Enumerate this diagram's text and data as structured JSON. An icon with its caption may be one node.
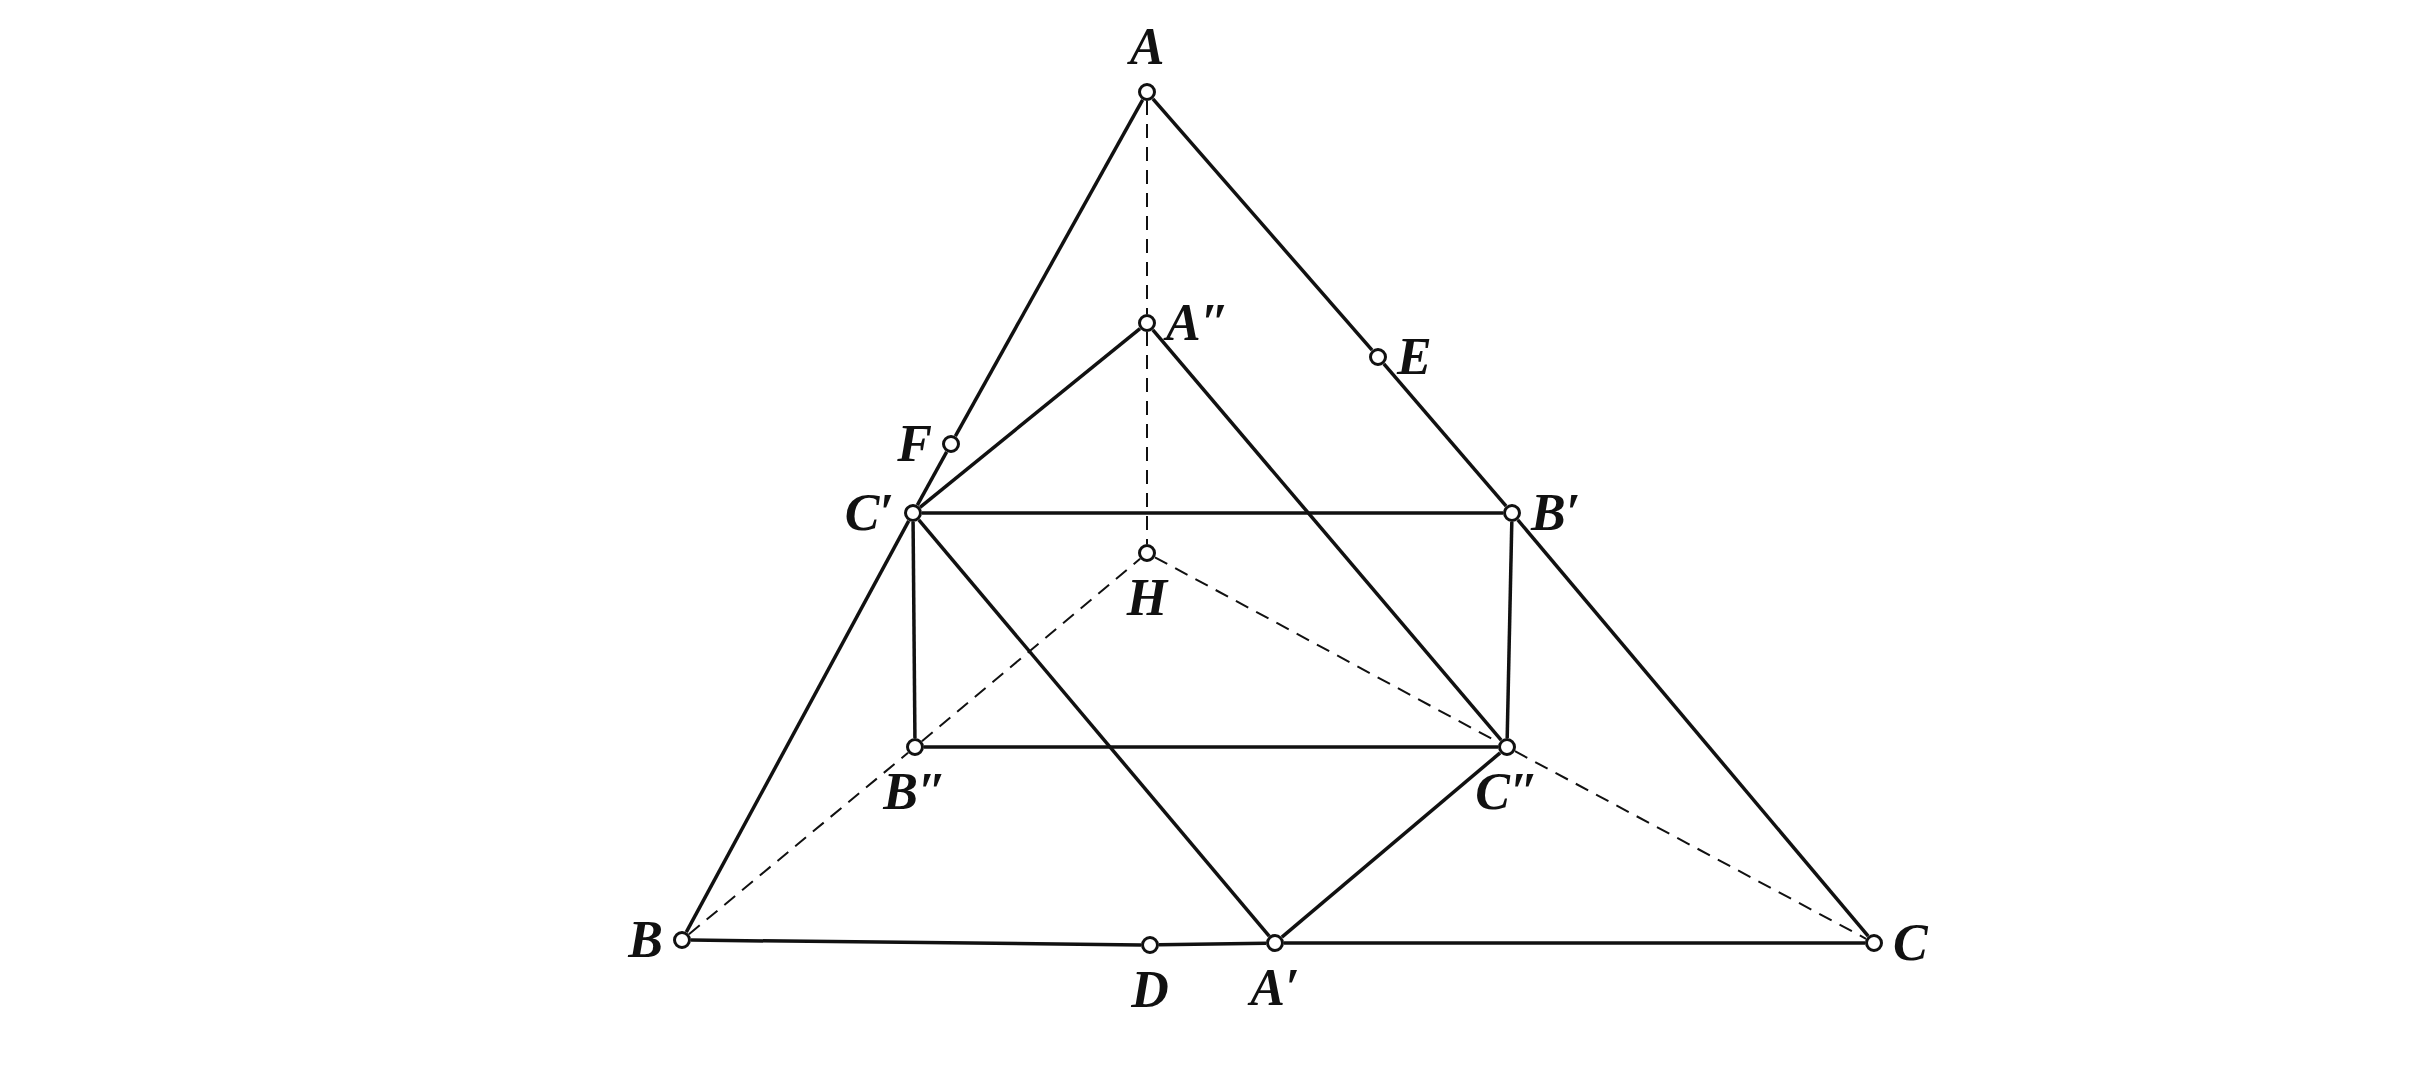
{
  "diagram": {
    "nodes": [
      {
        "text": [
          "A"
        ]
      },
      {
        "text": [
          "A″"
        ]
      },
      {
        "text": [
          "E"
        ]
      },
      {
        "text": [
          "F"
        ]
      },
      {
        "text": [
          "C′"
        ]
      },
      {
        "text": [
          "B′"
        ]
      },
      {
        "text": [
          "H"
        ]
      },
      {
        "text": [
          "B″"
        ]
      },
      {
        "text": [
          "C″"
        ]
      },
      {
        "text": [
          "B"
        ]
      },
      {
        "text": [
          "D"
        ]
      },
      {
        "text": [
          "A′"
        ]
      },
      {
        "text": [
          "C"
        ]
      }
    ],
    "edges": [
      {
        "from": 0,
        "to": 3,
        "arrow": "none"
      },
      {
        "from": 3,
        "to": 4,
        "arrow": "none"
      },
      {
        "from": 4,
        "to": 9,
        "arrow": "none"
      },
      {
        "from": 0,
        "to": 2,
        "arrow": "none"
      },
      {
        "from": 2,
        "to": 5,
        "arrow": "none"
      },
      {
        "from": 5,
        "to": 12,
        "arrow": "none"
      },
      {
        "from": 9,
        "to": 10,
        "arrow": "none"
      },
      {
        "from": 10,
        "to": 11,
        "arrow": "none"
      },
      {
        "from": 11,
        "to": 12,
        "arrow": "none"
      },
      {
        "from": 4,
        "to": 5,
        "arrow": "none"
      },
      {
        "from": 4,
        "to": 7,
        "arrow": "none"
      },
      {
        "from": 5,
        "to": 8,
        "arrow": "none"
      },
      {
        "from": 7,
        "to": 8,
        "arrow": "none"
      },
      {
        "from": 1,
        "to": 4,
        "arrow": "none"
      },
      {
        "from": 1,
        "to": 8,
        "arrow": "none"
      },
      {
        "from": 4,
        "to": 11,
        "arrow": "none"
      },
      {
        "from": 11,
        "to": 8,
        "arrow": "none"
      },
      {
        "from": 0,
        "to": 1,
        "arrow": "none",
        "style": "dashed"
      },
      {
        "from": 1,
        "to": 6,
        "arrow": "none",
        "style": "dashed"
      },
      {
        "from": 9,
        "to": 7,
        "arrow": "none",
        "style": "dashed"
      },
      {
        "from": 7,
        "to": 6,
        "arrow": "none",
        "style": "dashed"
      },
      {
        "from": 6,
        "to": 8,
        "arrow": "none",
        "style": "dashed"
      },
      {
        "from": 8,
        "to": 12,
        "arrow": "none",
        "style": "dashed"
      }
    ]
  }
}
